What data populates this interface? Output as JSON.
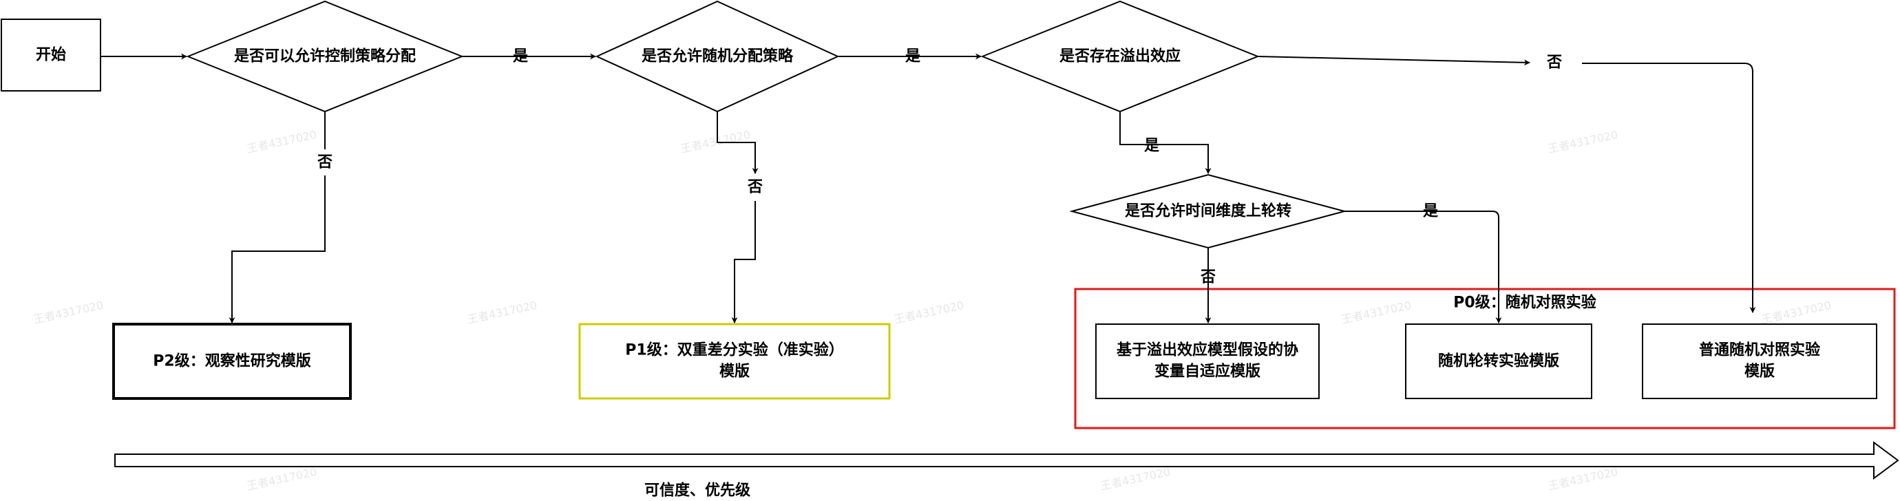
{
  "nodes": {
    "start": {
      "label": "开始"
    },
    "decision_control": {
      "label": "是否可以允许控制策略分配"
    },
    "decision_random": {
      "label": "是否允许随机分配策略"
    },
    "decision_spillover": {
      "label": "是否存在溢出效应"
    },
    "decision_rotation": {
      "label": "是否允许时间维度上轮转"
    },
    "template_p2": {
      "label": "P2级：观察性研究模版"
    },
    "template_p1": {
      "line1": "P1级：双重差分实验（准实验）",
      "line2": "模版"
    },
    "template_adaptive": {
      "line1": "基于溢出效应模型假设的协",
      "line2": "变量自适应模版"
    },
    "template_rotation": {
      "label": "随机轮转实验模版"
    },
    "template_rct": {
      "line1": "普通随机对照实验",
      "line2": "模版"
    }
  },
  "groups": {
    "p0": {
      "label": "P0级：随机对照实验",
      "color": "#e01b1b"
    }
  },
  "edge_labels": {
    "control_yes": "是",
    "control_no": "否",
    "random_yes": "是",
    "random_no": "否",
    "spillover_yes": "是",
    "spillover_no": "否",
    "rotation_yes": "是",
    "rotation_no": "否"
  },
  "axis": {
    "label": "可信度、优先级"
  },
  "colors": {
    "stroke": "#000000",
    "p1_border": "#cccc00",
    "p0_border": "#e01b1b",
    "watermark": "#d8d8d8"
  },
  "watermark": "王者4317020"
}
